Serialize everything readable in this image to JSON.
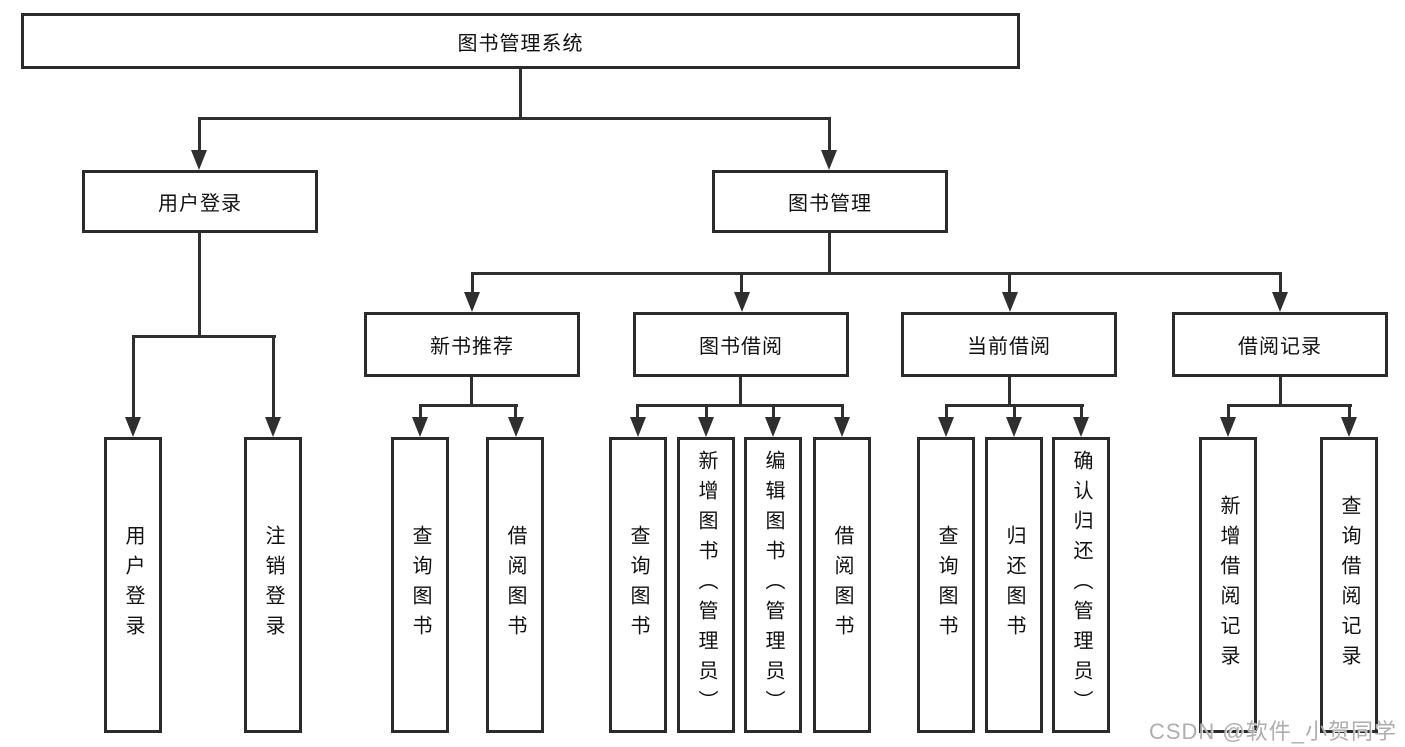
{
  "colors": {
    "line": "#2f2f2f",
    "border": "#2b2b2b",
    "text": "#111111",
    "background": "#ffffff",
    "watermark": "#aeaeae"
  },
  "watermark": {
    "text": "CSDN @软件_小贺同学"
  },
  "tree": {
    "root": {
      "label": "图书管理系统",
      "children": [
        {
          "label": "用户登录",
          "children": [
            {
              "label": "用户登录"
            },
            {
              "label": "注销登录"
            }
          ]
        },
        {
          "label": "图书管理",
          "children": [
            {
              "label": "新书推荐",
              "children": [
                {
                  "label": "查询图书"
                },
                {
                  "label": "借阅图书"
                }
              ]
            },
            {
              "label": "图书借阅",
              "children": [
                {
                  "label": "查询图书"
                },
                {
                  "label": "新增图书（管理员）"
                },
                {
                  "label": "编辑图书（管理员）"
                },
                {
                  "label": "借阅图书"
                }
              ]
            },
            {
              "label": "当前借阅",
              "children": [
                {
                  "label": "查询图书"
                },
                {
                  "label": "归还图书"
                },
                {
                  "label": "确认归还（管理员）"
                }
              ]
            },
            {
              "label": "借阅记录",
              "children": [
                {
                  "label": "新增借阅记录"
                },
                {
                  "label": "查询借阅记录"
                }
              ]
            }
          ]
        }
      ]
    }
  }
}
